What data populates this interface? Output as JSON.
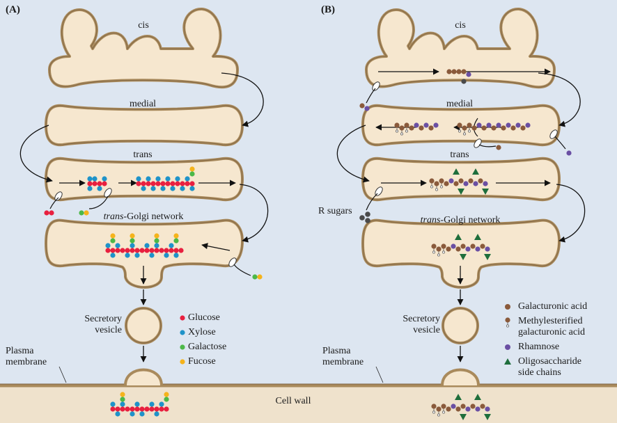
{
  "panels": {
    "a": {
      "label": "(A)",
      "cis": "cis",
      "medial": "medial",
      "trans": "trans",
      "tgn_italic": "trans",
      "tgn_rest": "-Golgi network",
      "secretory": [
        "Secretory",
        "vesicle"
      ],
      "plasma": [
        "Plasma",
        "membrane"
      ],
      "legend": [
        {
          "label": "Glucose",
          "color": "#e8203f"
        },
        {
          "label": "Xylose",
          "color": "#1f93c9"
        },
        {
          "label": "Galactose",
          "color": "#4cb848"
        },
        {
          "label": "Fucose",
          "color": "#f5b31b"
        }
      ]
    },
    "b": {
      "label": "(B)",
      "cis": "cis",
      "medial": "medial",
      "trans": "trans",
      "tgn_italic": "trans",
      "tgn_rest": "-Golgi network",
      "r_sugars": "R sugars",
      "secretory": [
        "Secretory",
        "vesicle"
      ],
      "plasma": [
        "Plasma",
        "membrane"
      ],
      "legend": [
        {
          "label": [
            "Galacturonic acid"
          ],
          "color": "#8a5a3b",
          "shape": "circle"
        },
        {
          "label": [
            "Methylesterified",
            "galacturonic acid"
          ],
          "color": "#8a5a3b",
          "shape": "methyl"
        },
        {
          "label": [
            "Rhamnose"
          ],
          "color": "#6a4fa3",
          "shape": "circle"
        },
        {
          "label": [
            "Oligosaccharide",
            "side chains"
          ],
          "color": "#1e6e3c",
          "shape": "triangle"
        }
      ]
    }
  },
  "cell_wall": "Cell wall",
  "colors": {
    "background": "#dde6f1",
    "cisterna_fill": "#f6e7cf",
    "cisterna_edge": "#a98a5c",
    "wall_fill": "#efe2cc",
    "glucose": "#e8203f",
    "xylose": "#1f93c9",
    "galactose": "#4cb848",
    "fucose": "#f5b31b",
    "galacturonic": "#8a5a3b",
    "rhamnose": "#6a4fa3",
    "side_chain": "#1e6e3c",
    "dark_sugar": "#4a4a4a"
  }
}
